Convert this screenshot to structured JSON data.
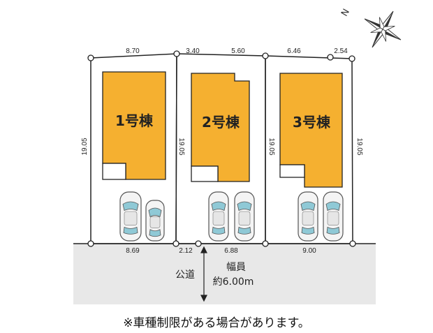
{
  "compass": {
    "north_label": "N",
    "icon": "compass-rose-icon"
  },
  "lots": [
    {
      "building_label": "1号棟",
      "top_widths": [
        "8.70"
      ],
      "depth_left": "19.05",
      "bottom_width": "8.69"
    },
    {
      "building_label": "2号棟",
      "top_widths": [
        "3.40",
        "5.60"
      ],
      "depth_left": "19.05",
      "bottom_widths": [
        "2.12",
        "6.88"
      ]
    },
    {
      "building_label": "3号棟",
      "top_widths": [
        "6.46",
        "2.54"
      ],
      "depth_left": "19.05",
      "depth_right": "19.05",
      "bottom_width": "9.00"
    }
  ],
  "road": {
    "name": "公道",
    "width_label": "幅員",
    "width_value": "約6.00m"
  },
  "note": "※車種制限がある場合があります。",
  "colors": {
    "building_fill": "#F5B030",
    "road_fill": "#E8E8E8",
    "lot_line": "#222222"
  }
}
